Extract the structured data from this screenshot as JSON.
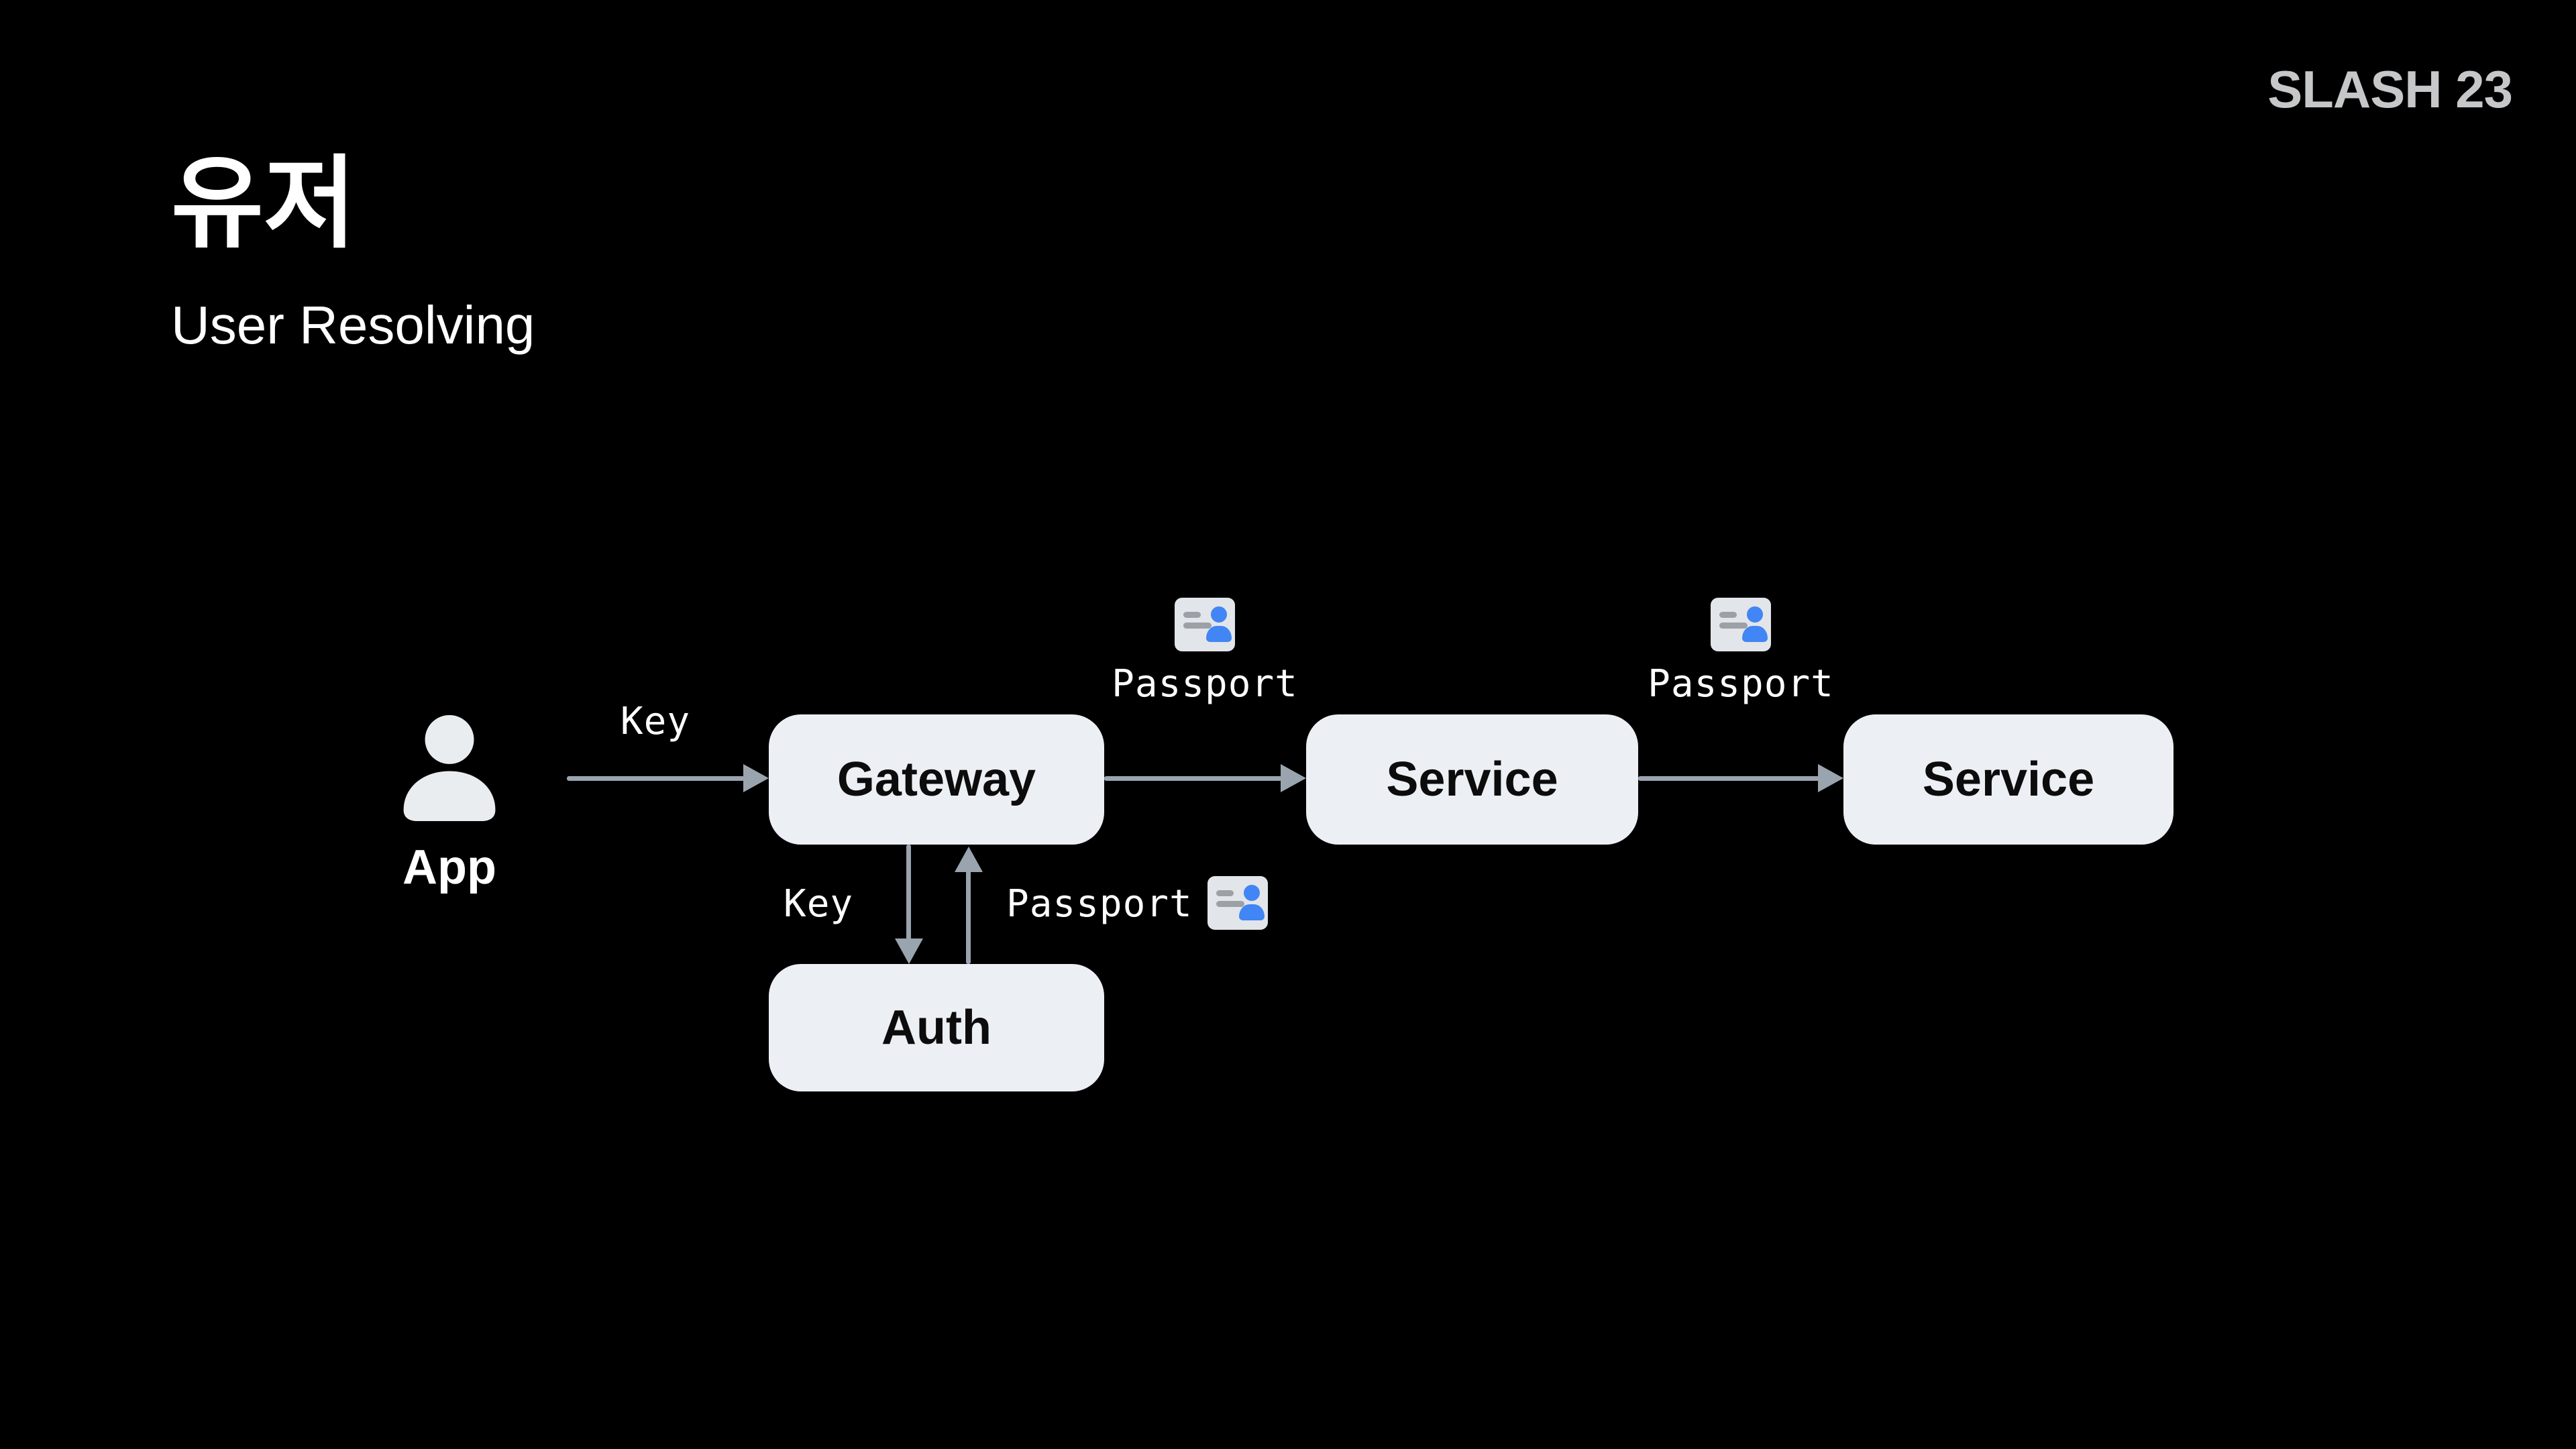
{
  "header": {
    "logo": "SLASH 23",
    "title": "유저",
    "subtitle": "User Resolving"
  },
  "diagram": {
    "nodes": {
      "app": "App",
      "gateway": "Gateway",
      "service_1": "Service",
      "service_2": "Service",
      "auth": "Auth"
    },
    "edge_labels": {
      "app_to_gateway": "Key",
      "gateway_to_service_1": "Passport",
      "service_1_to_service_2": "Passport",
      "gateway_to_auth": "Key",
      "auth_to_gateway": "Passport"
    },
    "icons": {
      "app": "user-person-icon",
      "passport": "passport-id-card-icon"
    }
  },
  "colors": {
    "bg": "#000000",
    "text-light": "#ffffff",
    "logo-gray": "#c6c7c9",
    "node-fill": "#eceff3",
    "node-text": "#0c0c0d",
    "arrow": "#9aa4ae",
    "icon-card": "#e2e5e9",
    "icon-bar": "#9ca1a7",
    "icon-person": "#4285f4"
  }
}
